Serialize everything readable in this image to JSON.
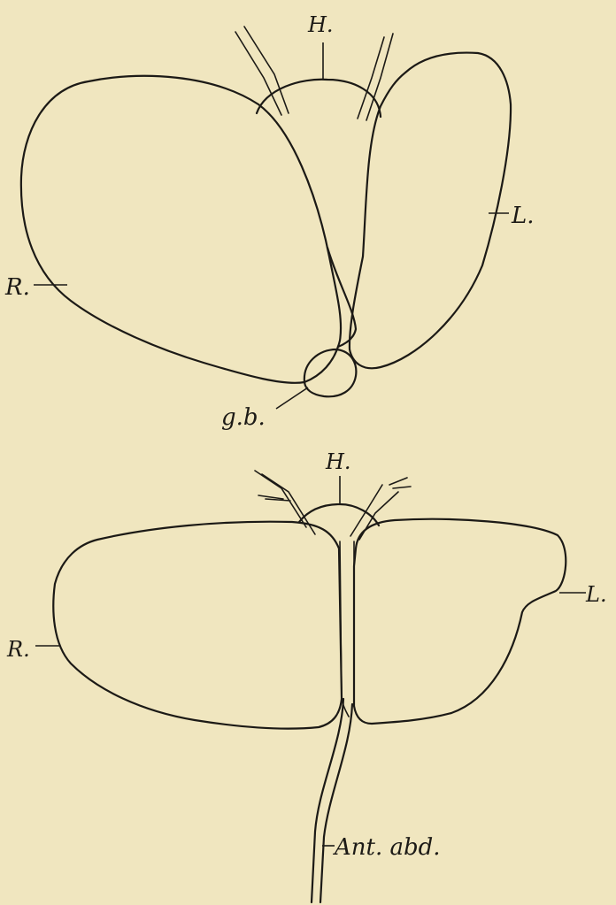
{
  "figure": {
    "upper": {
      "labels": {
        "h": "H.",
        "l": "L.",
        "r": "R.",
        "gb": "g.b."
      }
    },
    "lower": {
      "labels": {
        "h": "H.",
        "l": "L.",
        "r": "R.",
        "ant": "Ant. abd."
      }
    }
  },
  "colors": {
    "paper": "#f0e6bf",
    "ink": "#1c1a16"
  }
}
